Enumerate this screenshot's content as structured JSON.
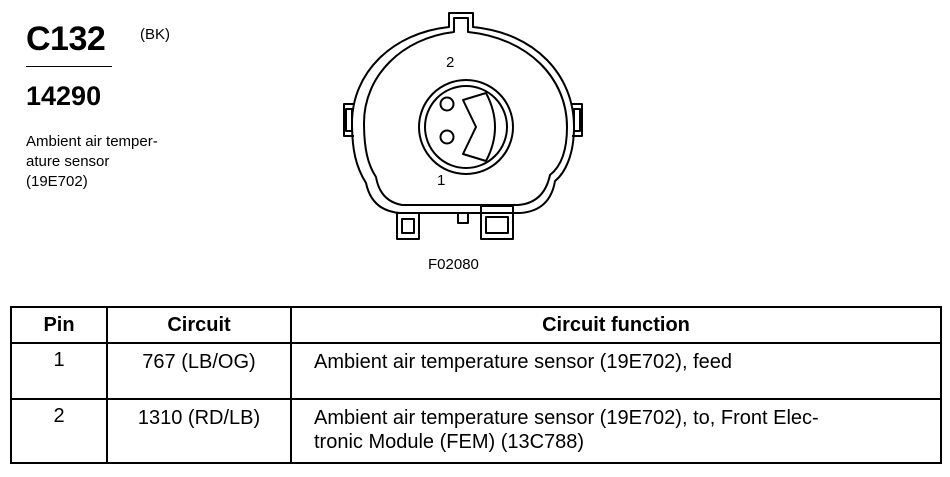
{
  "connector": {
    "id": "C132",
    "color_code": "(BK)",
    "part_number": "14290",
    "description_lines": [
      "Ambient air temper-",
      "ature sensor",
      "(19E702)"
    ]
  },
  "diagram": {
    "figure_id": "F02080",
    "pin_labels": [
      "2",
      "1"
    ]
  },
  "pin_table": {
    "headers": [
      "Pin",
      "Circuit",
      "Circuit function"
    ],
    "rows": [
      {
        "pin": "1",
        "circuit": "767 (LB/OG)",
        "function_lines": [
          "Ambient air temperature sensor (19E702), feed"
        ]
      },
      {
        "pin": "2",
        "circuit": "1310 (RD/LB)",
        "function_lines": [
          "Ambient air temperature sensor (19E702), to, Front Elec-",
          "tronic Module (FEM) (13C788)"
        ]
      }
    ]
  }
}
